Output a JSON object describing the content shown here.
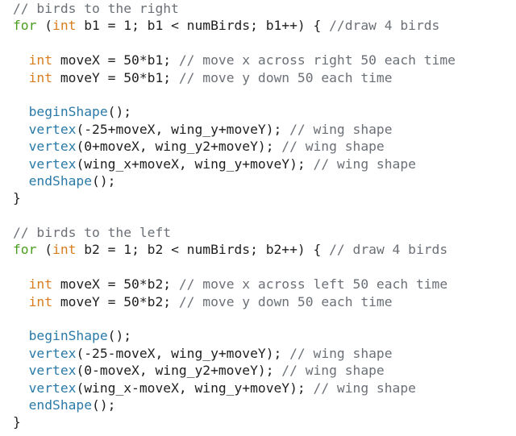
{
  "colors": {
    "comment": "#6b7077",
    "keyword": "#4a9e1e",
    "type": "#d97d1e",
    "function": "#2a7aa8",
    "text": "#1f1f1f",
    "background": "#ffffff"
  },
  "lines": [
    [
      {
        "t": "comment",
        "v": "// birds to the right"
      }
    ],
    [
      {
        "t": "keyword",
        "v": "for"
      },
      {
        "t": "plain",
        "v": " ("
      },
      {
        "t": "type",
        "v": "int"
      },
      {
        "t": "plain",
        "v": " b1 = 1; b1 < numBirds; b1++) { "
      },
      {
        "t": "comment",
        "v": "//draw 4 birds"
      }
    ],
    [],
    [
      {
        "t": "plain",
        "v": "  "
      },
      {
        "t": "type",
        "v": "int"
      },
      {
        "t": "plain",
        "v": " moveX = 50*b1; "
      },
      {
        "t": "comment",
        "v": "// move x across right 50 each time"
      }
    ],
    [
      {
        "t": "plain",
        "v": "  "
      },
      {
        "t": "type",
        "v": "int"
      },
      {
        "t": "plain",
        "v": " moveY = 50*b1; "
      },
      {
        "t": "comment",
        "v": "// move y down 50 each time"
      }
    ],
    [],
    [
      {
        "t": "plain",
        "v": "  "
      },
      {
        "t": "func",
        "v": "beginShape"
      },
      {
        "t": "plain",
        "v": "();"
      }
    ],
    [
      {
        "t": "plain",
        "v": "  "
      },
      {
        "t": "func",
        "v": "vertex"
      },
      {
        "t": "plain",
        "v": "(-25+moveX, wing_y+moveY); "
      },
      {
        "t": "comment",
        "v": "// wing shape"
      }
    ],
    [
      {
        "t": "plain",
        "v": "  "
      },
      {
        "t": "func",
        "v": "vertex"
      },
      {
        "t": "plain",
        "v": "(0+moveX, wing_y2+moveY); "
      },
      {
        "t": "comment",
        "v": "// wing shape"
      }
    ],
    [
      {
        "t": "plain",
        "v": "  "
      },
      {
        "t": "func",
        "v": "vertex"
      },
      {
        "t": "plain",
        "v": "(wing_x+moveX, wing_y+moveY); "
      },
      {
        "t": "comment",
        "v": "// wing shape"
      }
    ],
    [
      {
        "t": "plain",
        "v": "  "
      },
      {
        "t": "func",
        "v": "endShape"
      },
      {
        "t": "plain",
        "v": "();"
      }
    ],
    [
      {
        "t": "plain",
        "v": "}"
      }
    ],
    [],
    [
      {
        "t": "comment",
        "v": "// birds to the left"
      }
    ],
    [
      {
        "t": "keyword",
        "v": "for"
      },
      {
        "t": "plain",
        "v": " ("
      },
      {
        "t": "type",
        "v": "int"
      },
      {
        "t": "plain",
        "v": " b2 = 1; b2 < numBirds; b2++) { "
      },
      {
        "t": "comment",
        "v": "// draw 4 birds"
      }
    ],
    [],
    [
      {
        "t": "plain",
        "v": "  "
      },
      {
        "t": "type",
        "v": "int"
      },
      {
        "t": "plain",
        "v": " moveX = 50*b2; "
      },
      {
        "t": "comment",
        "v": "// move x across left 50 each time"
      }
    ],
    [
      {
        "t": "plain",
        "v": "  "
      },
      {
        "t": "type",
        "v": "int"
      },
      {
        "t": "plain",
        "v": " moveY = 50*b2; "
      },
      {
        "t": "comment",
        "v": "// move y down 50 each time"
      }
    ],
    [],
    [
      {
        "t": "plain",
        "v": "  "
      },
      {
        "t": "func",
        "v": "beginShape"
      },
      {
        "t": "plain",
        "v": "();"
      }
    ],
    [
      {
        "t": "plain",
        "v": "  "
      },
      {
        "t": "func",
        "v": "vertex"
      },
      {
        "t": "plain",
        "v": "(-25-moveX, wing_y+moveY); "
      },
      {
        "t": "comment",
        "v": "// wing shape"
      }
    ],
    [
      {
        "t": "plain",
        "v": "  "
      },
      {
        "t": "func",
        "v": "vertex"
      },
      {
        "t": "plain",
        "v": "(0-moveX, wing_y2+moveY); "
      },
      {
        "t": "comment",
        "v": "// wing shape"
      }
    ],
    [
      {
        "t": "plain",
        "v": "  "
      },
      {
        "t": "func",
        "v": "vertex"
      },
      {
        "t": "plain",
        "v": "(wing_x-moveX, wing_y+moveY); "
      },
      {
        "t": "comment",
        "v": "// wing shape"
      }
    ],
    [
      {
        "t": "plain",
        "v": "  "
      },
      {
        "t": "func",
        "v": "endShape"
      },
      {
        "t": "plain",
        "v": "();"
      }
    ],
    [
      {
        "t": "plain",
        "v": "}"
      }
    ]
  ]
}
